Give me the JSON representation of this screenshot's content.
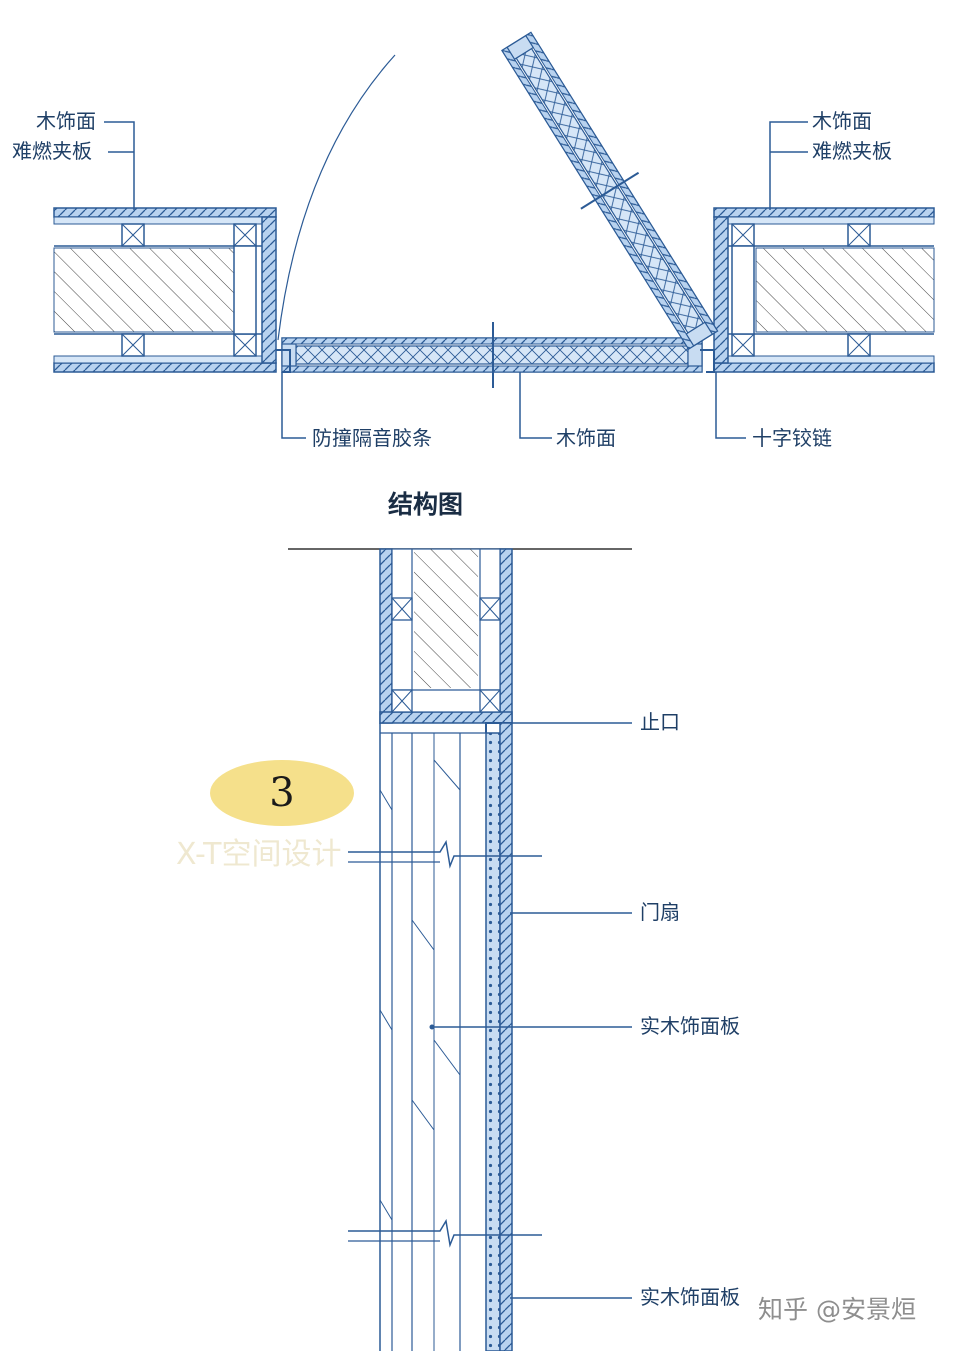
{
  "plan_view": {
    "labels": {
      "left_wood_face": "木饰面",
      "left_fire_board": "难燃夹板",
      "right_wood_face": "木饰面",
      "right_fire_board": "难燃夹板",
      "rubber_strip": "防撞隔音胶条",
      "bottom_wood_face": "木饰面",
      "cross_hinge": "十字铰链"
    },
    "title": "结构图"
  },
  "section_view": {
    "labels": {
      "stop": "止口",
      "door_leaf": "门扇",
      "solid_wood_panel_1": "实木饰面板",
      "solid_wood_panel_2": "实木饰面板"
    }
  },
  "badge": {
    "number": "3",
    "color": "#f5e08b"
  },
  "watermark": "X-T空间设计",
  "credit": "知乎 @安景烜",
  "colors": {
    "line": "#2c5b96",
    "light_blue": "#a9c9ec",
    "hatch": "#555555"
  }
}
